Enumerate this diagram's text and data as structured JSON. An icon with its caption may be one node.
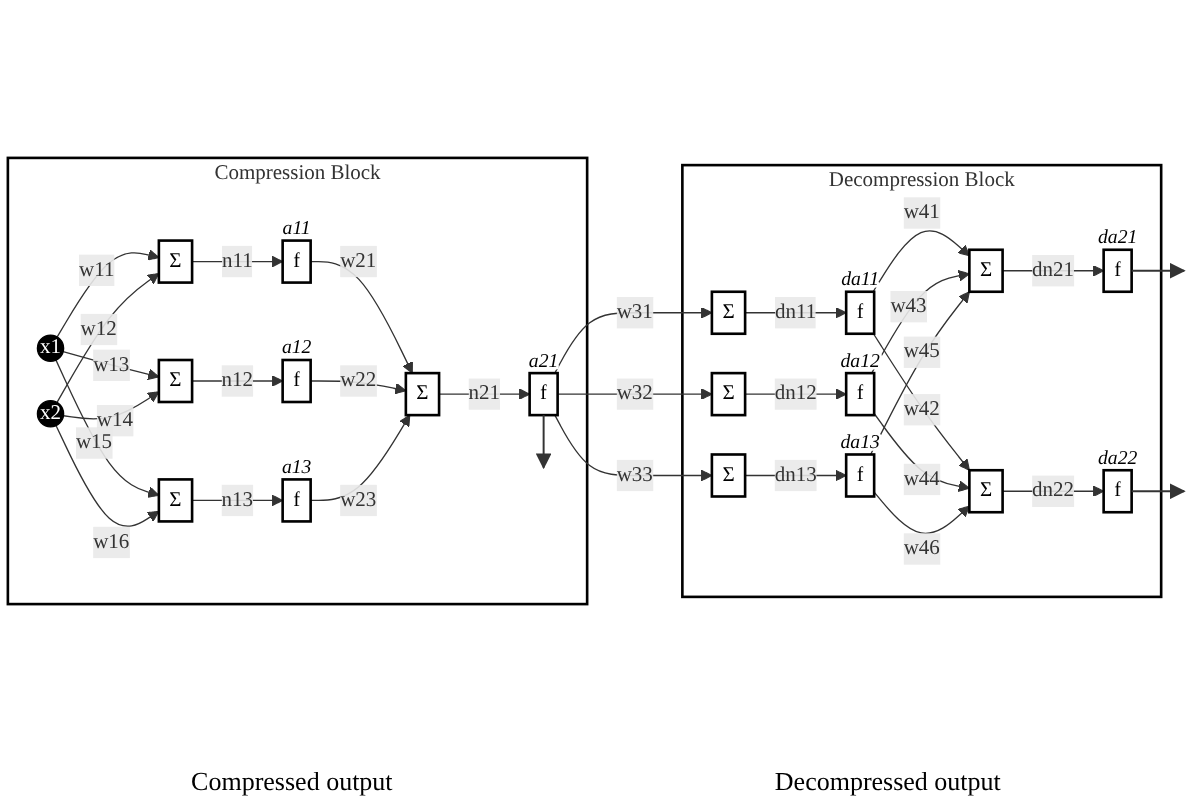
{
  "diagram": {
    "nodes": [
      {
        "text": [
          "Compression Block"
        ]
      },
      {
        "text": [
          "x1"
        ],
        "in": 0
      },
      {
        "text": [
          "x2"
        ],
        "in": 0
      },
      {
        "text": [
          "Σ"
        ],
        "in": 0
      },
      {
        "text": [
          "f"
        ],
        "in": 0,
        "beside": [
          "a11"
        ]
      },
      {
        "text": [
          "Σ"
        ],
        "in": 0
      },
      {
        "text": [
          "f"
        ],
        "in": 0,
        "beside": [
          "a12"
        ]
      },
      {
        "text": [
          "Σ"
        ],
        "in": 0
      },
      {
        "text": [
          "f"
        ],
        "in": 0,
        "beside": [
          "a13"
        ]
      },
      {
        "text": [
          "Σ"
        ],
        "in": 0
      },
      {
        "text": [
          "f"
        ],
        "in": 0,
        "beside": [
          "a21"
        ]
      },
      {
        "text": [
          "Decompression Block"
        ]
      },
      {
        "text": [
          "Σ"
        ],
        "in": 11
      },
      {
        "text": [
          "f"
        ],
        "in": 11,
        "beside": [
          "da11"
        ]
      },
      {
        "text": [
          "Σ"
        ],
        "in": 11
      },
      {
        "text": [
          "f"
        ],
        "in": 11,
        "beside": [
          "da12"
        ]
      },
      {
        "text": [
          "Σ"
        ],
        "in": 11
      },
      {
        "text": [
          "f"
        ],
        "in": 11,
        "beside": [
          "da13"
        ]
      },
      {
        "text": [
          "Σ"
        ],
        "in": 11
      },
      {
        "text": [
          "f"
        ],
        "in": 11,
        "beside": [
          "da21"
        ]
      },
      {
        "text": [
          "Σ"
        ],
        "in": 11
      },
      {
        "text": [
          "f"
        ],
        "in": 11,
        "beside": [
          "da22"
        ]
      }
    ],
    "edges": [
      {
        "from": 1,
        "to": 3,
        "label": "w11",
        "arrow": "to"
      },
      {
        "from": 2,
        "to": 3,
        "label": "w12",
        "arrow": "to"
      },
      {
        "from": 1,
        "to": 5,
        "label": "w13",
        "arrow": "to"
      },
      {
        "from": 2,
        "to": 5,
        "label": "w14",
        "arrow": "to"
      },
      {
        "from": 1,
        "to": 7,
        "label": "w15",
        "arrow": "to"
      },
      {
        "from": 2,
        "to": 7,
        "label": "w16",
        "arrow": "to"
      },
      {
        "from": 3,
        "to": 4,
        "label": "n11",
        "arrow": "to"
      },
      {
        "from": 5,
        "to": 6,
        "label": "n12",
        "arrow": "to"
      },
      {
        "from": 7,
        "to": 8,
        "label": "n13",
        "arrow": "to"
      },
      {
        "from": 4,
        "to": 9,
        "label": "w21",
        "arrow": "to"
      },
      {
        "from": 6,
        "to": 9,
        "label": "w22",
        "arrow": "to"
      },
      {
        "from": 8,
        "to": 9,
        "label": "w23",
        "arrow": "to"
      },
      {
        "from": 9,
        "to": 10,
        "label": "n21",
        "arrow": "to"
      },
      {
        "from": 10,
        "to": null,
        "arrow": "to"
      },
      {
        "from": 10,
        "to": 12,
        "label": "w31",
        "arrow": "to"
      },
      {
        "from": 10,
        "to": 14,
        "label": "w32",
        "arrow": "to"
      },
      {
        "from": 10,
        "to": 16,
        "label": "w33",
        "arrow": "to"
      },
      {
        "from": 12,
        "to": 13,
        "label": "dn11",
        "arrow": "to"
      },
      {
        "from": 14,
        "to": 15,
        "label": "dn12",
        "arrow": "to"
      },
      {
        "from": 16,
        "to": 17,
        "label": "dn13",
        "arrow": "to"
      },
      {
        "from": 13,
        "to": 18,
        "label": "w41",
        "arrow": "to"
      },
      {
        "from": 13,
        "to": 20,
        "label": "w42",
        "arrow": "to"
      },
      {
        "from": 15,
        "to": 18,
        "label": "w43",
        "arrow": "to"
      },
      {
        "from": 15,
        "to": 20,
        "label": "w44",
        "arrow": "to"
      },
      {
        "from": 17,
        "to": 18,
        "label": "w45",
        "arrow": "to"
      },
      {
        "from": 17,
        "to": 20,
        "label": "w46",
        "arrow": "to"
      },
      {
        "from": 18,
        "to": 19,
        "label": "dn21",
        "arrow": "to"
      },
      {
        "from": 20,
        "to": 21,
        "label": "dn22",
        "arrow": "to"
      },
      {
        "from": 19,
        "to": null,
        "arrow": "to"
      },
      {
        "from": 21,
        "to": null,
        "arrow": "to"
      }
    ],
    "labels": [
      "Compressed output",
      "Decompressed output"
    ]
  }
}
